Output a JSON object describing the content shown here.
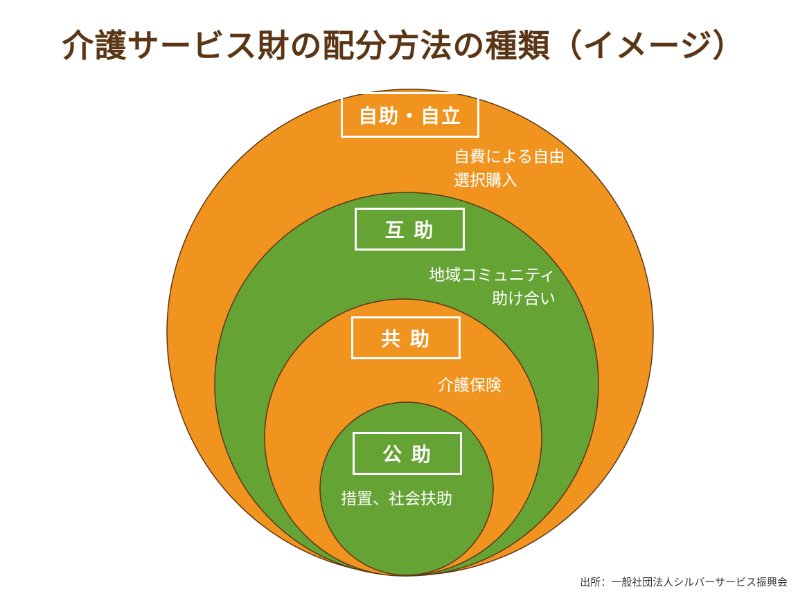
{
  "title": "介護サービス財の配分方法の種類（イメージ）",
  "colors": {
    "orange": "#f0941f",
    "green": "#66a335",
    "outline": "#5b3616",
    "title": "#5b3616"
  },
  "layers": {
    "self_help": {
      "label": "自助・自立",
      "desc_line1": "自費による自由",
      "desc_line2": "選択購入"
    },
    "mutual_help": {
      "label": "互 助",
      "desc_line1": "地域コミュニティ",
      "desc_line2": "助け合い"
    },
    "co_help": {
      "label": "共 助",
      "desc_line1": "介護保険"
    },
    "public_help": {
      "label": "公 助",
      "desc_line1": "措置、社会扶助"
    }
  },
  "source": "出所：一般社団法人シルバーサービス振興会"
}
